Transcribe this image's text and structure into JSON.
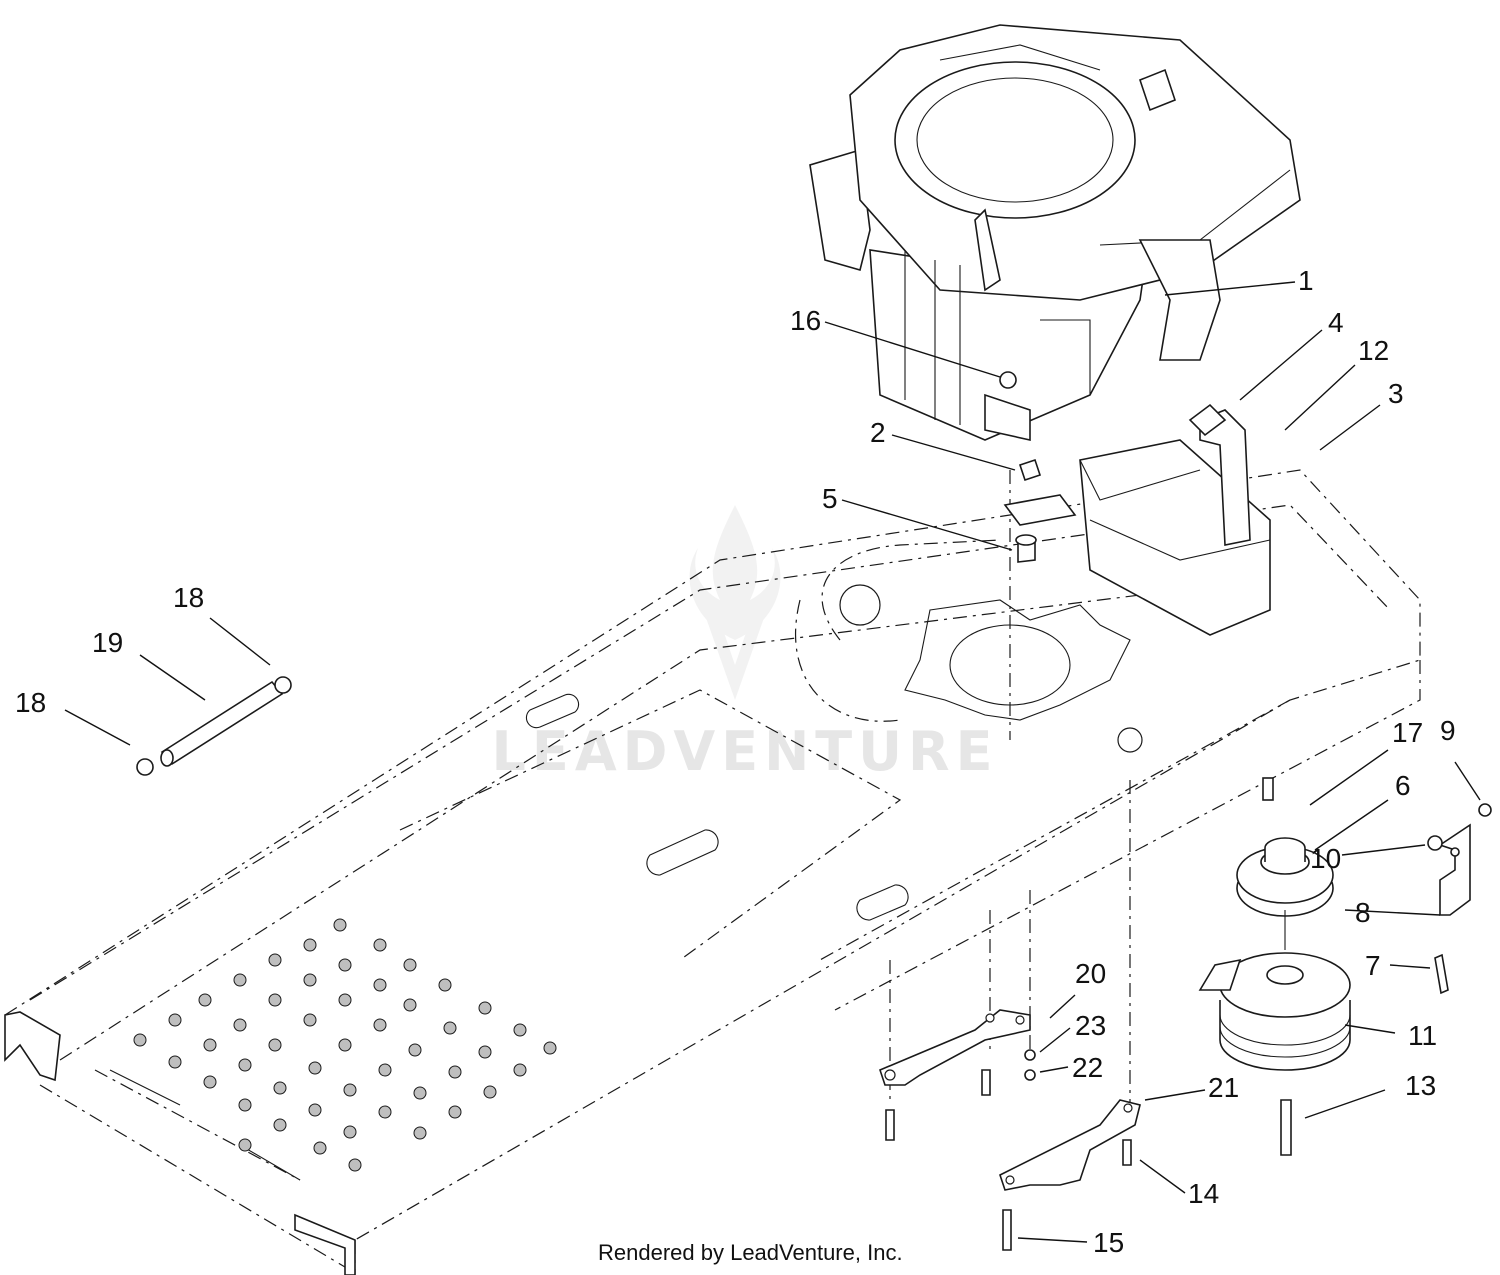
{
  "diagram": {
    "watermark_text": "LEADVENTURE",
    "footer_text": "Rendered by LeadVenture, Inc.",
    "callouts": [
      "1",
      "16",
      "4",
      "12",
      "3",
      "2",
      "5",
      "18",
      "19",
      "18",
      "17",
      "9",
      "6",
      "10",
      "8",
      "7",
      "20",
      "23",
      "22",
      "11",
      "21",
      "13",
      "14",
      "15"
    ]
  }
}
